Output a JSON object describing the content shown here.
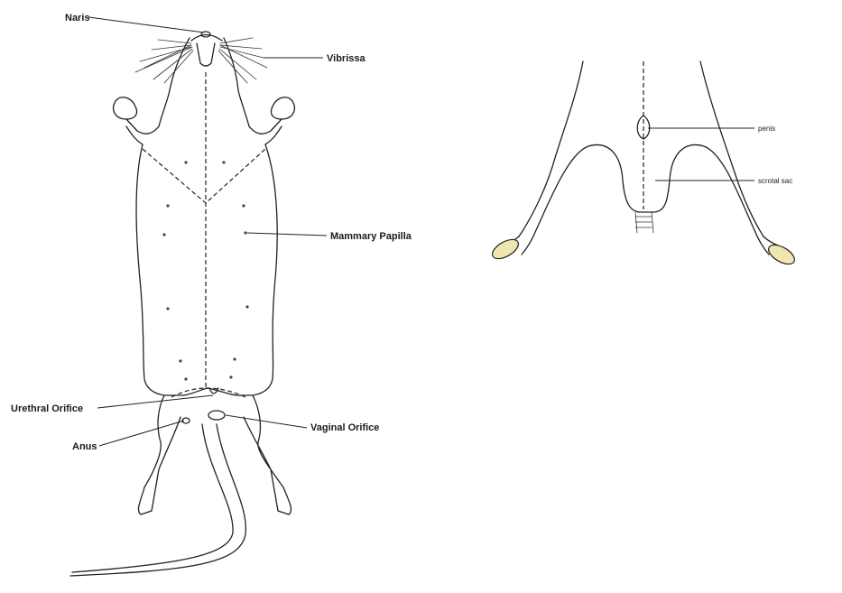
{
  "female_diagram": {
    "labels": {
      "naris": "Naris",
      "vibrissa": "Vibrissa",
      "mammary_papilla": "Mammary Papilla",
      "urethral_orifice": "Urethral Orifice",
      "anus": "Anus",
      "vaginal_orifice": "Vaginal Orifice"
    }
  },
  "male_diagram": {
    "labels": {
      "penis": "penis",
      "scrotal_sac": "scrotal sac"
    }
  },
  "colors": {
    "line": "#222222",
    "foot_fill": "#efe6b0"
  }
}
